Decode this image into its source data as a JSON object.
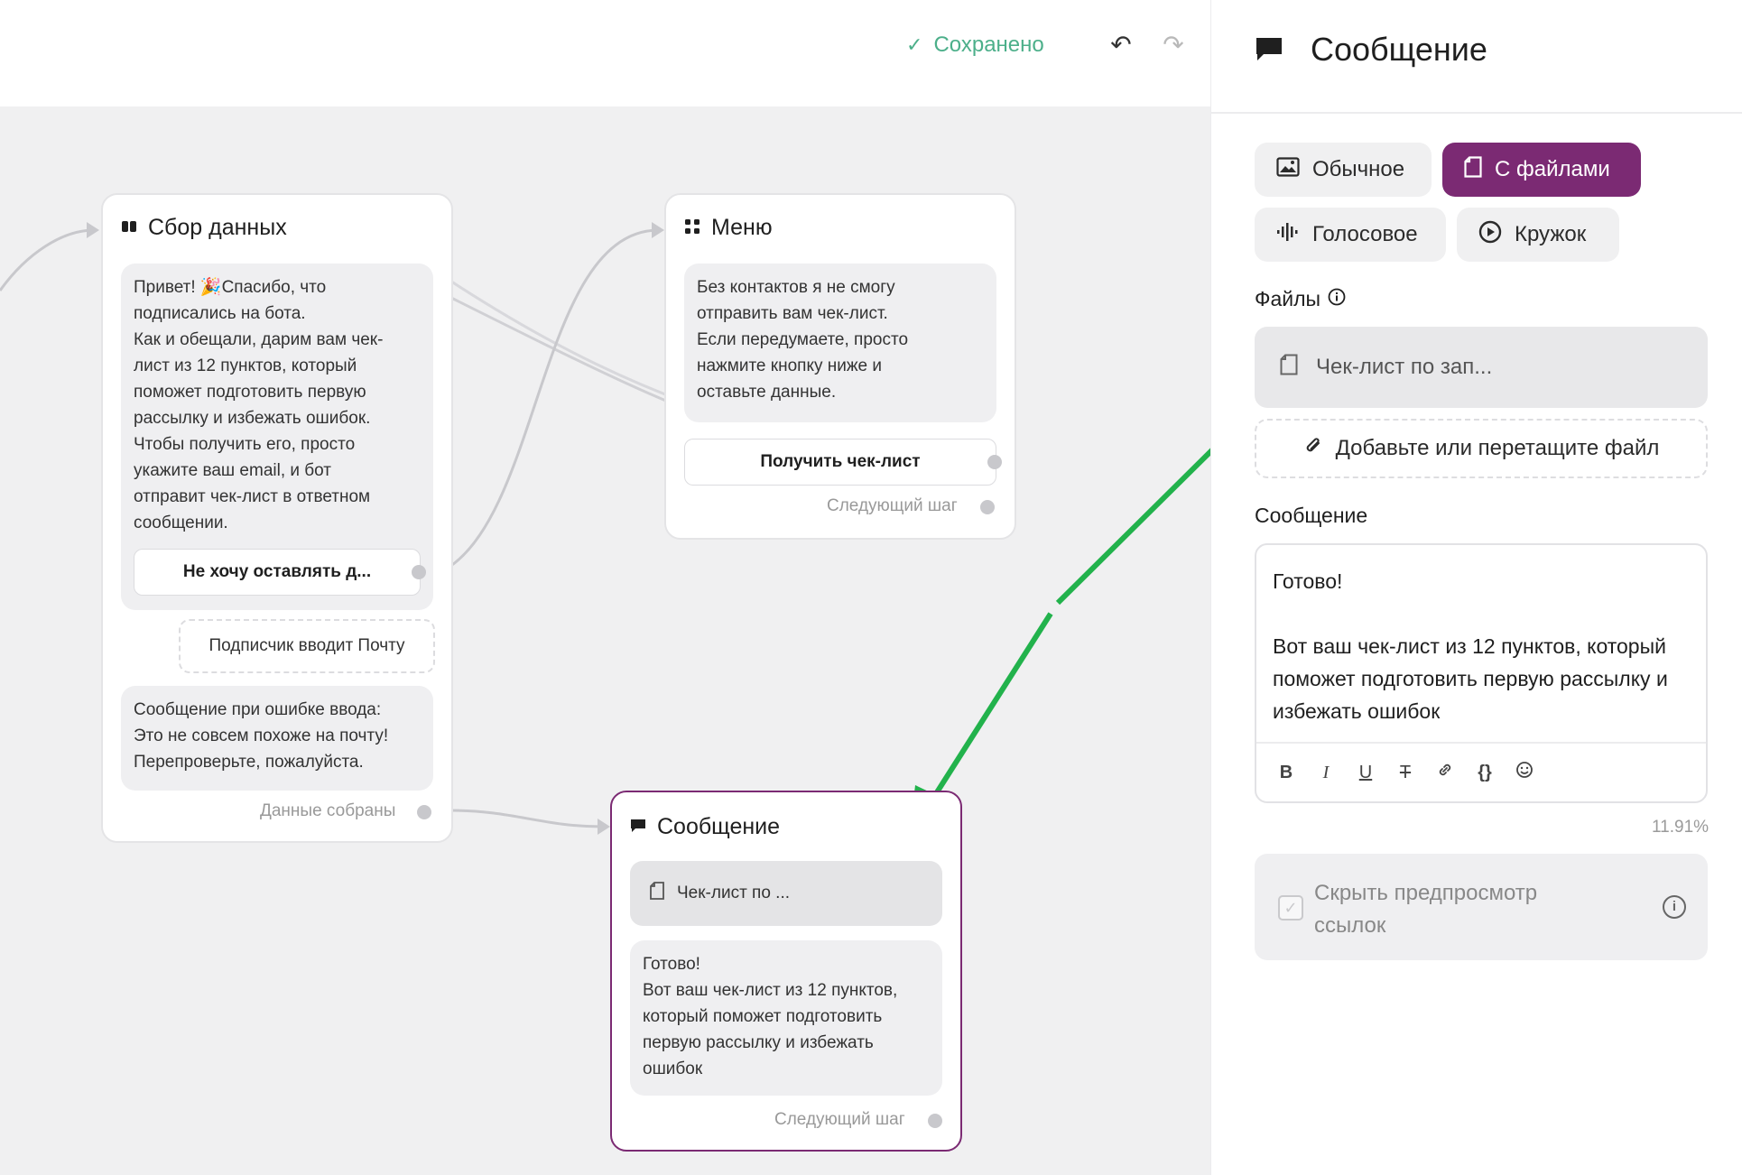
{
  "topbar": {
    "saved_label": "Сохранено",
    "undo_icon": "undo-icon",
    "redo_icon": "redo-icon"
  },
  "nodes": {
    "collect": {
      "title": "Сбор данных",
      "message_lines": [
        "Привет! 🎉Спасибо, что",
        "подписались на бота.",
        "Как и обещали, дарим вам чек-",
        "лист из 12 пунктов, который",
        "поможет подготовить первую",
        "рассылку и избежать ошибок.",
        "Чтобы получить его, просто",
        "укажите ваш email, и бот",
        "отправит чек-лист в ответном",
        "сообщении."
      ],
      "button_label": "Не хочу оставлять д...",
      "input_label": "Подписчик вводит Почту",
      "error_lines": [
        "Сообщение при ошибке ввода:",
        "Это не совсем похоже на почту!",
        "Перепроверьте, пожалуйста."
      ],
      "next_label": "Данные собраны"
    },
    "menu": {
      "title": "Меню",
      "message_lines": [
        "Без контактов я не смогу",
        "отправить вам чек-лист.",
        "Если передумаете, просто",
        "нажмите кнопку ниже и",
        "оставьте данные."
      ],
      "button_label": "Получить чек-лист",
      "next_label": "Следующий шаг"
    },
    "message": {
      "title": "Сообщение",
      "file_label": "Чек-лист по ...",
      "message_lines": [
        "Готово!",
        "Вот ваш чек-лист из 12 пунктов,",
        "который поможет подготовить",
        "первую рассылку и избежать",
        "ошибок"
      ],
      "next_label": "Следующий шаг"
    }
  },
  "panel": {
    "title": "Сообщение",
    "types": [
      {
        "label": "Обычное",
        "icon": "image-icon",
        "active": false
      },
      {
        "label": "С файлами",
        "icon": "file-icon",
        "active": true
      },
      {
        "label": "Голосовое",
        "icon": "audio-wave-icon",
        "active": false
      },
      {
        "label": "Кружок",
        "icon": "play-circle-icon",
        "active": false
      }
    ],
    "files_label": "Файлы",
    "file_name": "Чек-лист по зап...",
    "add_file_label": "Добавьте или перетащите файл",
    "message_label": "Сообщение",
    "message_text": "Готово!\n\nВот ваш чек-лист из 12 пунктов, который поможет подготовить первую рассылку и избежать ошибок",
    "percent": "11.91%",
    "hide_preview_label": "Скрыть предпросмотр ссылок"
  },
  "colors": {
    "accent": "#7b2a73",
    "saved": "#4caf8a",
    "arrow": "#22b24c"
  }
}
